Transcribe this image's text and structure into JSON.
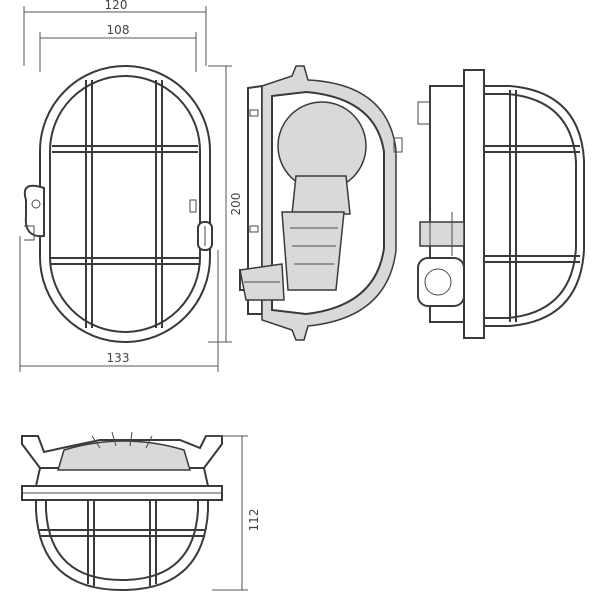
{
  "dimensions": {
    "overall_width": "120",
    "inner_width": "108",
    "height": "200",
    "base_width": "133",
    "depth": "112"
  },
  "colors": {
    "line": "#3a3a3a",
    "fill": "#d9d9d9",
    "background": "#ffffff"
  }
}
